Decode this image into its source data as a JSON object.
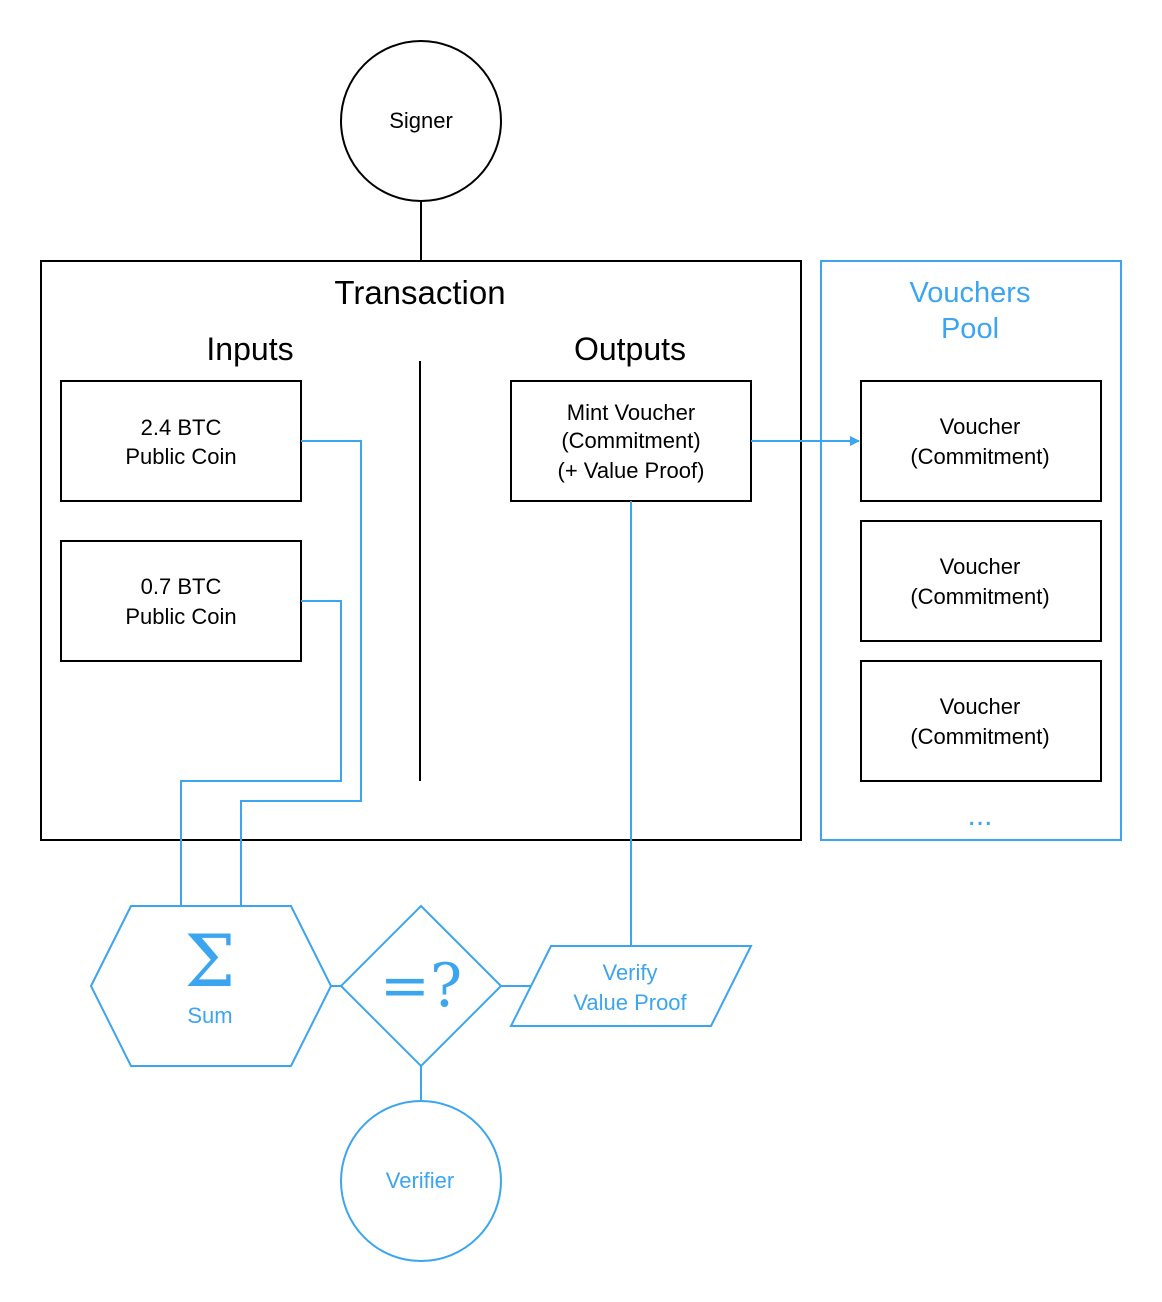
{
  "colors": {
    "black": "#000000",
    "blue": "#3ca5f0",
    "background": "#ffffff"
  },
  "signer": {
    "label": "Signer"
  },
  "transaction": {
    "title": "Transaction",
    "inputs_label": "Inputs",
    "outputs_label": "Outputs",
    "inputs": [
      {
        "line1": "2.4 BTC",
        "line2": "Public Coin"
      },
      {
        "line1": "0.7 BTC",
        "line2": "Public Coin"
      }
    ],
    "output": {
      "line1": "Mint Voucher",
      "line2": "(Commitment)",
      "line3": "(+ Value Proof)"
    }
  },
  "pool": {
    "title_line1": "Vouchers",
    "title_line2": "Pool",
    "vouchers": [
      {
        "line1": "Voucher",
        "line2": "(Commitment)"
      },
      {
        "line1": "Voucher",
        "line2": "(Commitment)"
      },
      {
        "line1": "Voucher",
        "line2": "(Commitment)"
      }
    ],
    "ellipsis": "..."
  },
  "sum": {
    "symbol": "Σ",
    "label": "Sum"
  },
  "compare": {
    "symbol": "=?"
  },
  "verify": {
    "line1": "Verify",
    "line2": "Value Proof"
  },
  "verifier": {
    "label": "Verifier"
  }
}
